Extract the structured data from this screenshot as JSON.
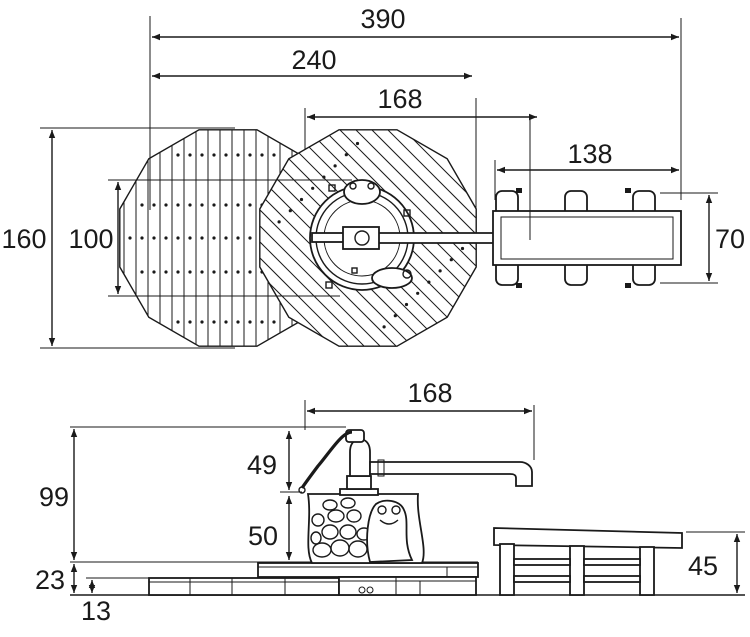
{
  "plan_view": {
    "dim_total_width": "390",
    "dim_deck_width": "240",
    "dim_pump_reach": "168",
    "dim_bench_width": "138",
    "dim_deck_height": "160",
    "dim_basin_height": "100",
    "dim_bench_depth": "70"
  },
  "side_view": {
    "dim_pump_reach": "168",
    "dim_total_height": "99",
    "dim_spout_height": "49",
    "dim_basin_height": "50",
    "dim_deck_height": "23",
    "dim_lower_deck_height": "13",
    "dim_bench_height": "45"
  },
  "colors": {
    "line": "#1a1a1a",
    "background": "#ffffff"
  }
}
